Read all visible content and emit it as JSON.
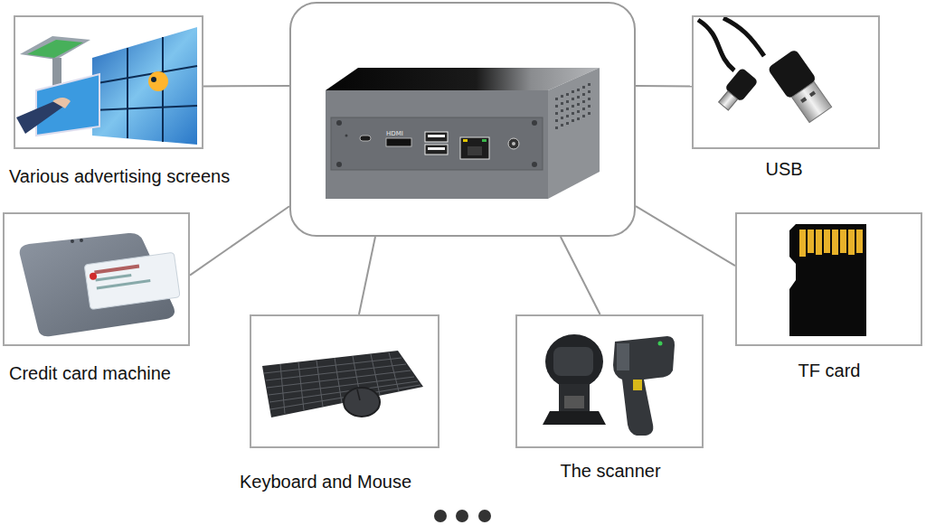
{
  "diagram": {
    "nodes": [
      {
        "text": [
          "Various advertising screens"
        ]
      },
      {
        "text": [
          "HDMI"
        ]
      },
      {
        "text": [
          "USB"
        ]
      },
      {
        "text": [
          "Credit card machine"
        ]
      },
      {
        "text": [
          "TF card"
        ]
      },
      {
        "text": [
          "Keyboard and Mouse"
        ]
      },
      {
        "text": [
          "The scanner"
        ]
      }
    ],
    "edges": [
      {
        "from": 1,
        "to": 0,
        "arrow": "none"
      },
      {
        "from": 1,
        "to": 2,
        "arrow": "none"
      },
      {
        "from": 1,
        "to": 3,
        "arrow": "none"
      },
      {
        "from": 1,
        "to": 4,
        "arrow": "none"
      },
      {
        "from": 1,
        "to": 5,
        "arrow": "none"
      },
      {
        "from": 1,
        "to": 6,
        "arrow": "none"
      }
    ]
  }
}
